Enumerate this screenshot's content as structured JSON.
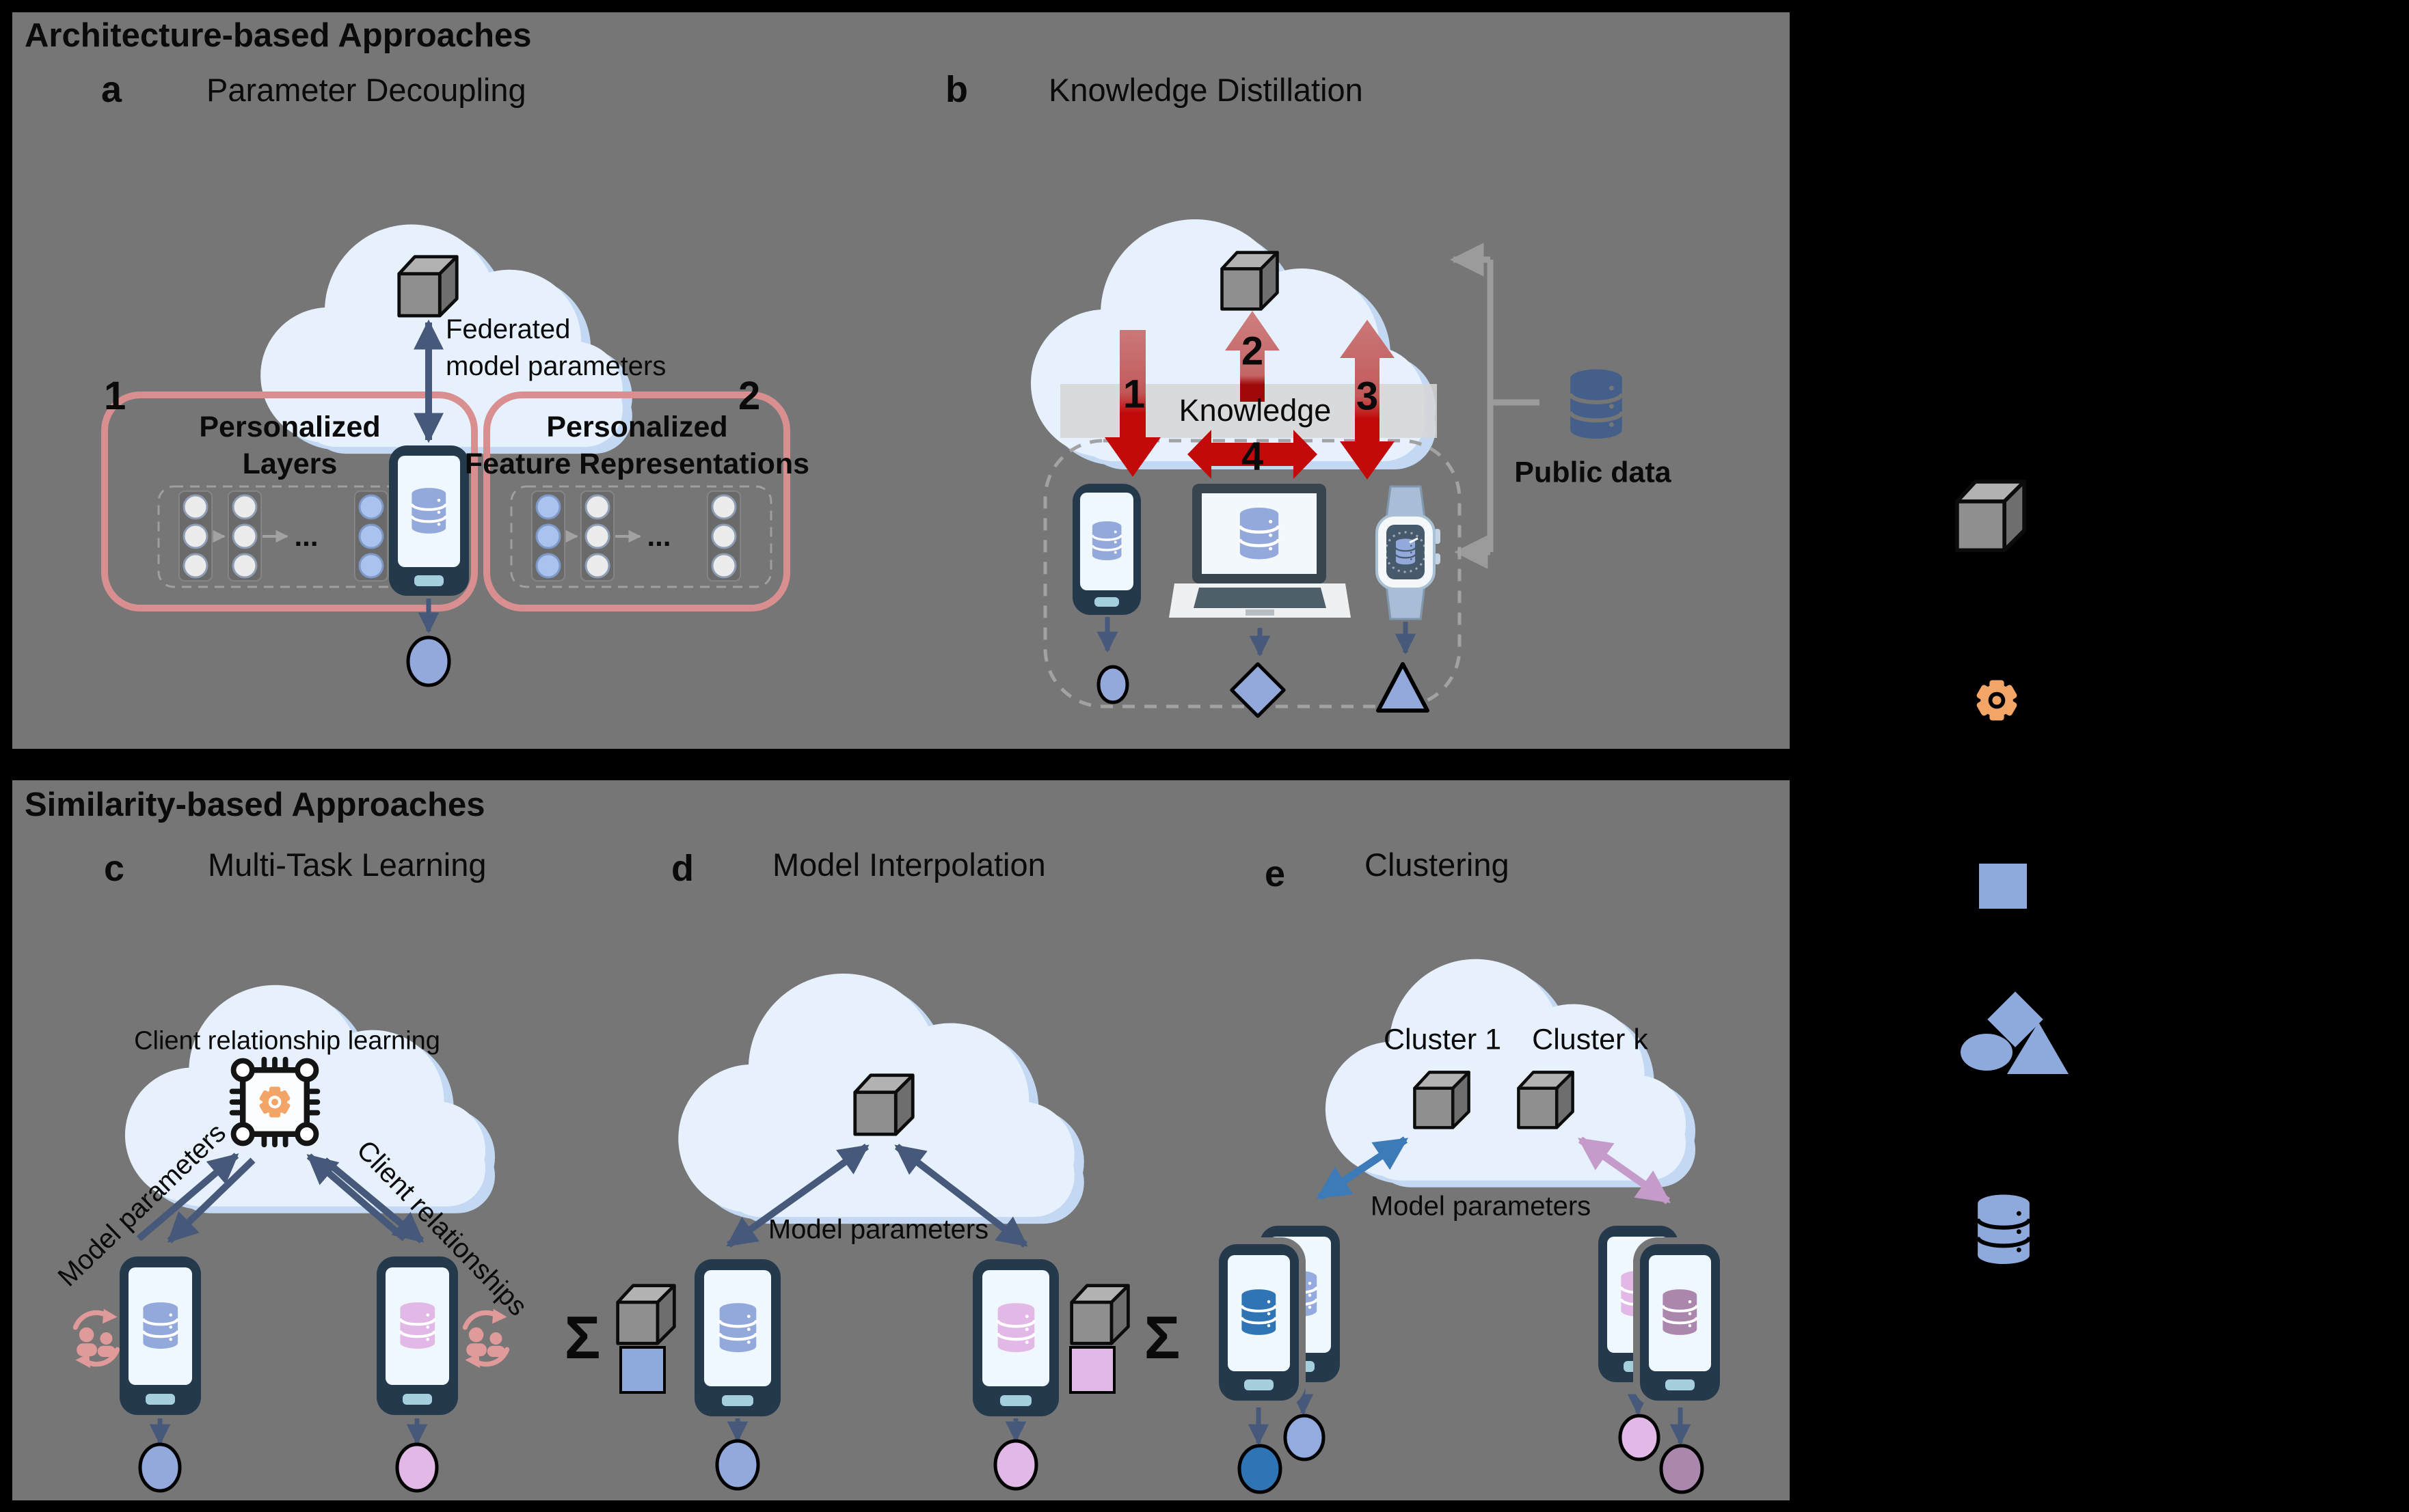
{
  "sections": {
    "architecture_title": "Architecture-based Approaches",
    "similarity_title": "Similarity-based Approaches"
  },
  "panel_a": {
    "letter": "a",
    "title": "Parameter Decoupling",
    "arrow_label_line1": "Federated",
    "arrow_label_line2": "model parameters",
    "box1_number": "1",
    "box1_label_line1": "Personalized",
    "box1_label_line2": "Layers",
    "box2_number": "2",
    "box2_label_line1": "Personalized",
    "box2_label_line2": "Feature Representations",
    "nn_ellipsis": "..."
  },
  "panel_b": {
    "letter": "b",
    "title": "Knowledge Distillation",
    "step_1": "1",
    "step_2": "2",
    "step_3": "3",
    "step_4": "4",
    "knowledge_label": "Knowledge",
    "public_data_label": "Public data"
  },
  "panel_c": {
    "letter": "c",
    "title": "Multi-Task Learning",
    "cloud_label": "Client relationship learning",
    "left_arrows_label": "Model parameters",
    "right_arrows_label": "Client relationships"
  },
  "panel_d": {
    "letter": "d",
    "title": "Model Interpolation",
    "arrows_label": "Model parameters",
    "sigma_left": "Σ",
    "sigma_right": "Σ"
  },
  "panel_e": {
    "letter": "e",
    "title": "Clustering",
    "cluster_1_label": "Cluster 1",
    "cluster_k_label": "Cluster k",
    "arrows_label": "Model parameters"
  },
  "colors": {
    "panel_background": "#767676",
    "canvas_background": "#000000",
    "cloud_main": "#e7f1fd",
    "cloud_shade": "#c3d8f2",
    "steel_arrow": "#46597a",
    "red_arrow": "#c20a0a",
    "red_arrow_muted": "#c76a6a",
    "salmon_box_border": "#d98f8f",
    "periwinkle": "#93a9dc",
    "pink": "#e2b9e6",
    "dark_blue": "#2f74b4",
    "mauve": "#ab87ae",
    "gear_orange": "#f2a566",
    "public_db_blue": "#44608a",
    "knowledge_band": "#d6d6d6",
    "people_icon_pink": "#e09a9a",
    "plum_arrow": "#c49bc9",
    "cluster_blue_arrow": "#3d7ab8"
  }
}
